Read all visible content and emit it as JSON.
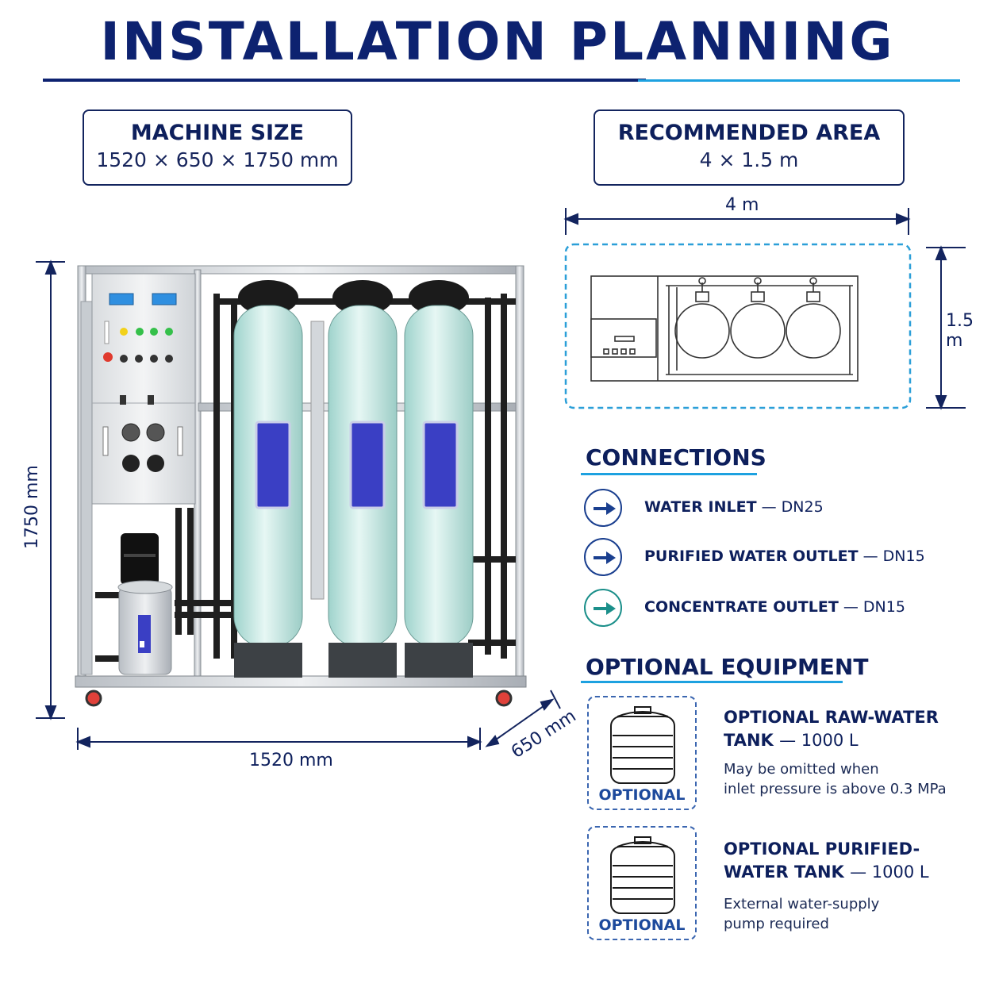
{
  "title": "INSTALLATION PLANNING",
  "machine_size": {
    "label": "MACHINE SIZE",
    "value": "1520 × 650 × 1750 mm"
  },
  "recommended_area": {
    "label": "RECOMMENDED AREA",
    "value": "4 × 1.5 m",
    "width_label": "4 m",
    "depth_label": "1.5 m"
  },
  "dimensions": {
    "height": "1750 mm",
    "width": "1520 mm",
    "depth": "650 mm"
  },
  "connections": {
    "heading": "CONNECTIONS",
    "items": [
      {
        "name": "WATER INLET",
        "size": "— DN25",
        "color": "#1a3f8f"
      },
      {
        "name": "PURIFIED WATER OUTLET",
        "size": "— DN15",
        "color": "#1a3f8f"
      },
      {
        "name": "CONCENTRATE OUTLET",
        "size": "— DN15",
        "color": "#1b8f8a"
      }
    ]
  },
  "optional": {
    "heading": "OPTIONAL EQUIPMENT",
    "badge": "OPTIONAL",
    "items": [
      {
        "title": "OPTIONAL RAW-WATER TANK",
        "capacity": "— 1000 L",
        "desc_line1": "May be omitted when",
        "desc_line2": "inlet pressure is above 0.3 MPa"
      },
      {
        "title_line1": "OPTIONAL PURIFIED-",
        "title_line2": "WATER TANK",
        "capacity": "— 1000 L",
        "desc_line1": "External water-supply",
        "desc_line2": "pump required"
      }
    ]
  },
  "colors": {
    "navy": "#0d2270",
    "accent_blue": "#1da1e0",
    "membrane": "#3a3fc4",
    "vessel": "#cfeeea"
  }
}
